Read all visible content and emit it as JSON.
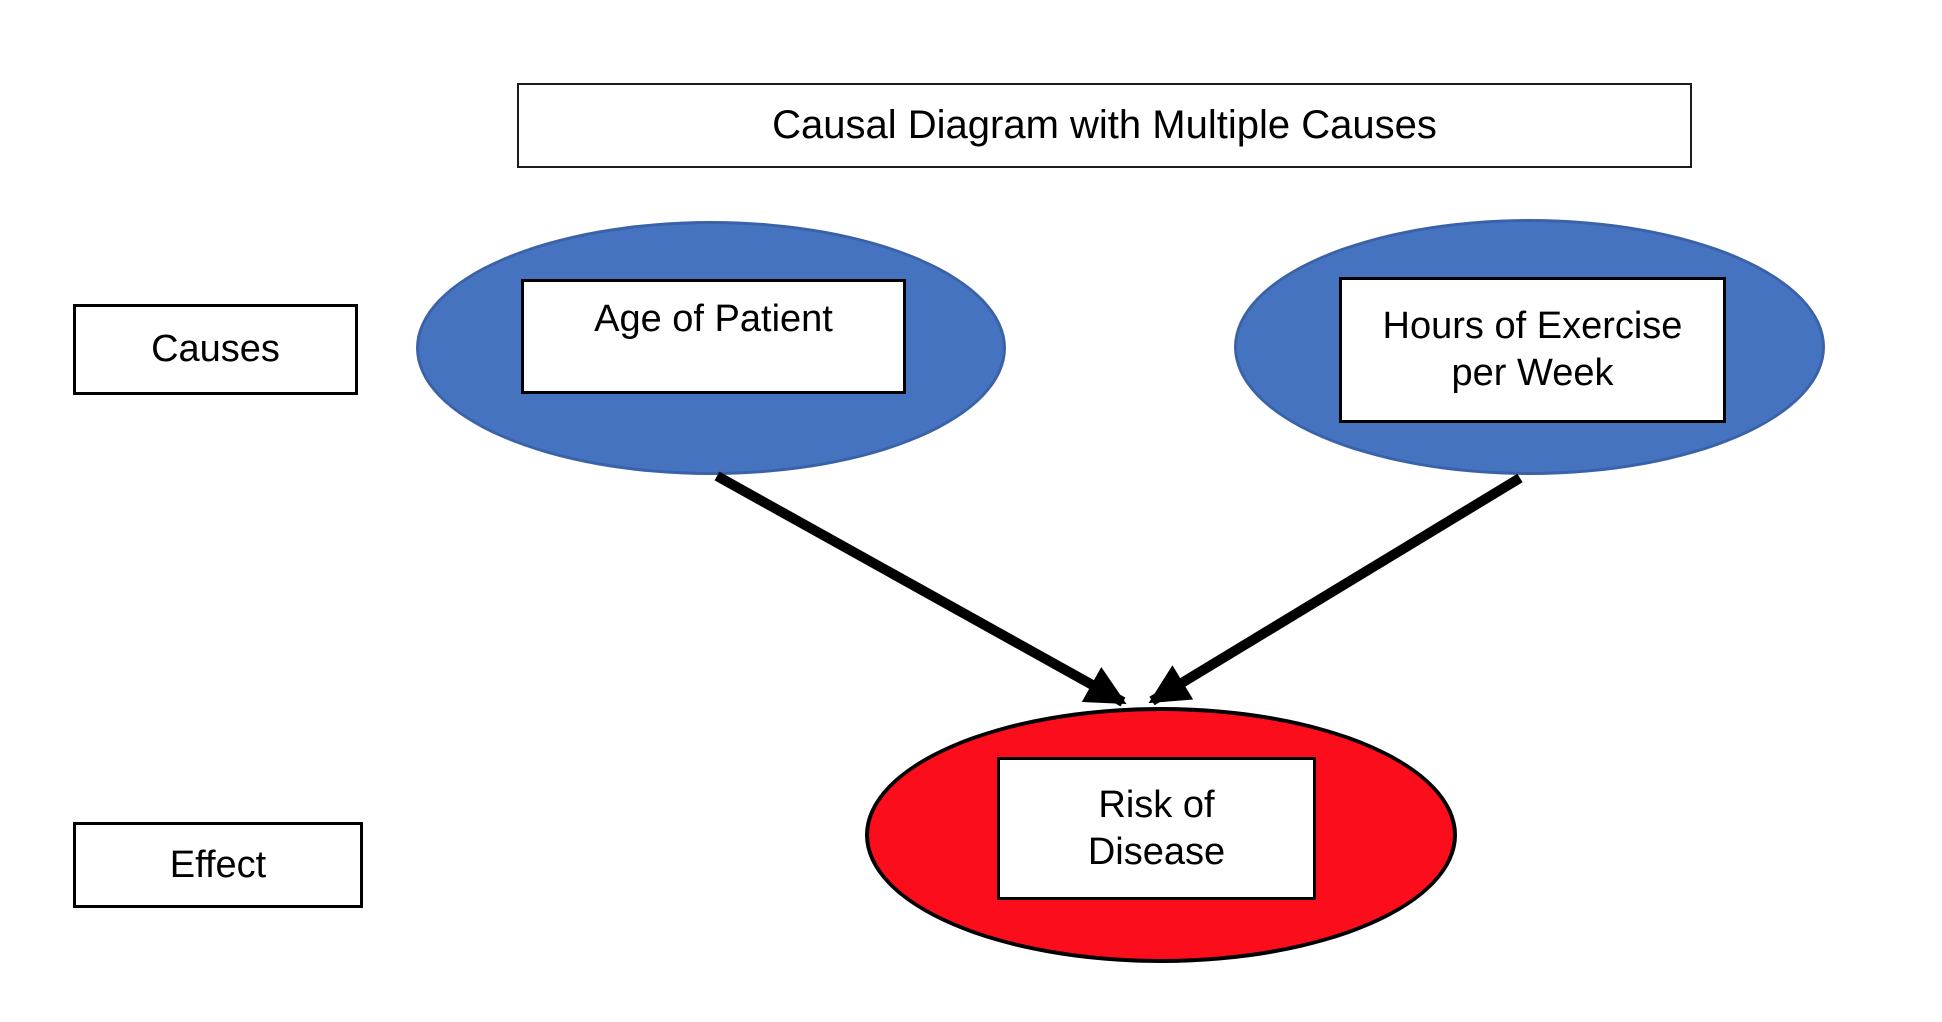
{
  "title": "Causal Diagram with Multiple Causes",
  "side_labels": {
    "causes": "Causes",
    "effect": "Effect"
  },
  "nodes": {
    "age": {
      "role": "cause",
      "line1": "Age of Patient",
      "line2": ""
    },
    "exercise": {
      "role": "cause",
      "line1": "Hours of Exercise",
      "line2": "per Week"
    },
    "risk": {
      "role": "effect",
      "line1": "Risk of",
      "line2": "Disease"
    }
  },
  "edges": [
    {
      "from": "age",
      "to": "risk"
    },
    {
      "from": "exercise",
      "to": "risk"
    }
  ],
  "colors": {
    "cause_fill": "#4573C0",
    "cause_border": "#3A62A8",
    "effect_fill": "#FB0D1B",
    "effect_border": "#000000",
    "arrow": "#000000"
  }
}
